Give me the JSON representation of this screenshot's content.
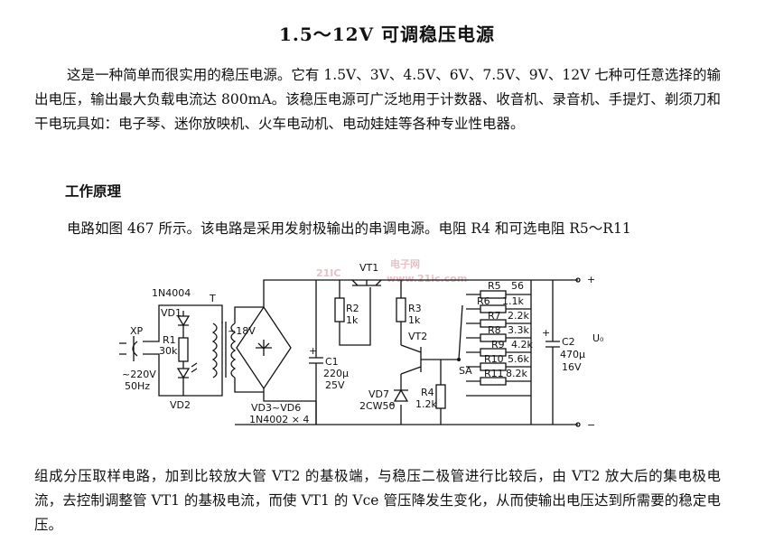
{
  "title": "1.5～12V 可调稳压电源",
  "intro": "这是一种简单而很实用的稳压电源。它有 1.5V、3V、4.5V、6V、7.5V、9V、12V 七种可任意选择的输出电压，输出最大负载电流达 800mA。该稳压电源可广泛地用于计数器、收音机、录音机、手提灯、剃须刀和干电玩具如：电子琴、迷你放映机、火车电动机、电动娃娃等各种专业性电器。",
  "section_heading": "工作原理",
  "principle_1": "电路如图 467 所示。该电路是采用发射极输出的串调电源。电阻 R4 和可选电阻 R5～R11",
  "principle_2": "组成分压取样电路，加到比较放大管 VT2 的基极端，与稳压二极管进行比较后，由 VT2 放大后的集电极电流，去控制调整管 VT1 的基极电流，而使 VT1 的 Vce 管压降发生变化，从而使输出电压达到所需要的稳定电压。",
  "watermark": {
    "main": "21IC",
    "sub": "电子网",
    "url": "www.21ic.com"
  },
  "circuit": {
    "plug": "XP",
    "mains": "~220V",
    "freq": "50Hz",
    "d1_type": "1N4004",
    "vd1": "VD1",
    "vd2": "VD2",
    "r1": "R1",
    "r1_val": "30k",
    "transformer": "T",
    "secondary": "~18V",
    "bridge": "VD3~VD6",
    "bridge_type": "1N4002 × 4",
    "c1": "C1",
    "c1_val": "220μ",
    "c1_volt": "25V",
    "vt1": "VT1",
    "r2": "R2",
    "r2_val": "1k",
    "r3": "R3",
    "r3_val": "1k",
    "vt2": "VT2",
    "vd7": "VD7",
    "vd7_type": "2CW50",
    "r4": "R4",
    "r4_val": "1.2k",
    "switch": "SA",
    "r5": "R5",
    "r5_val": "56",
    "r6": "R6",
    "r6_val": "1.1k",
    "r7": "R7",
    "r7_val": "2.2k",
    "r8": "R8",
    "r8_val": "3.3k",
    "r9": "R9",
    "r9_val": "4.2k",
    "r10": "R10",
    "r10_val": "5.6k",
    "r11": "R11",
    "r11_val": "8.2k",
    "c2": "C2",
    "c2_val": "470μ",
    "c2_volt": "16V",
    "plus": "+",
    "minus": "−",
    "uo": "U₀",
    "c_plus": "+"
  }
}
